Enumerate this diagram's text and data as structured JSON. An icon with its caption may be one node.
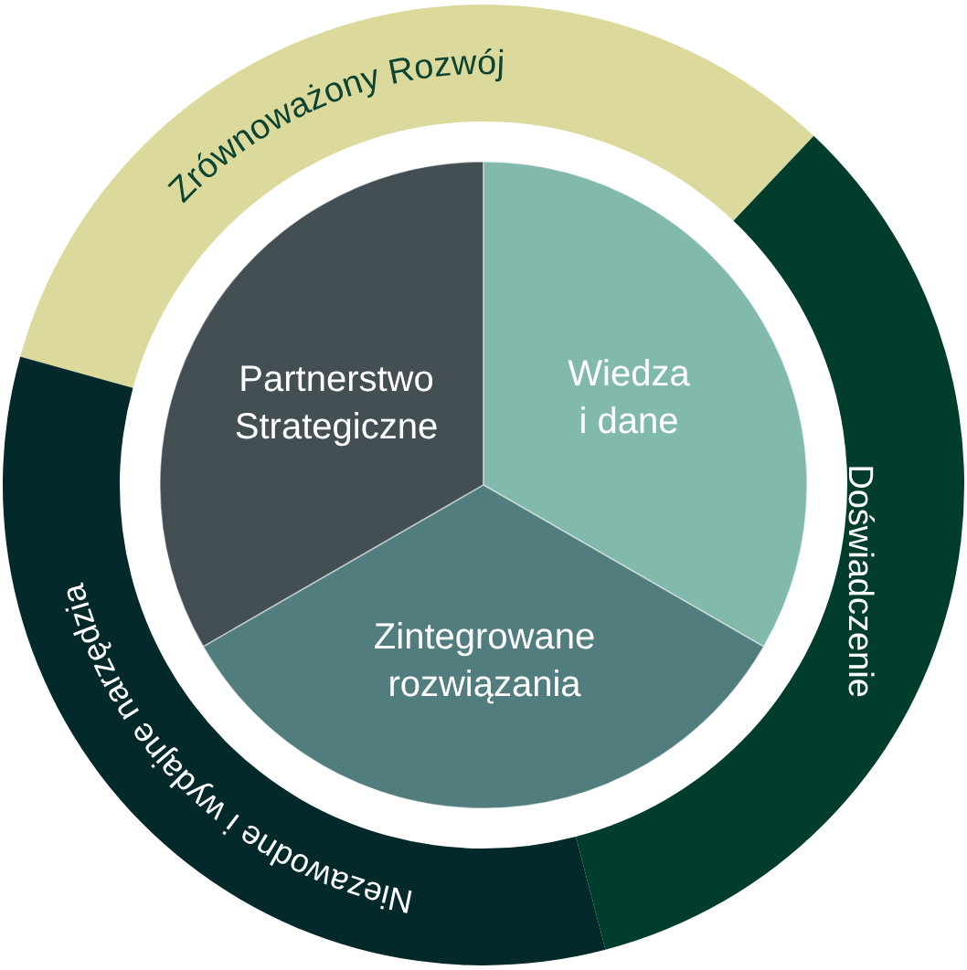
{
  "diagram": {
    "nodes": [
      {
        "text": [
          "Zrównoważony Rozwój"
        ]
      },
      {
        "text": [
          "Partnerstwo Strategiczne"
        ]
      },
      {
        "text": [
          "Wiedza i dane"
        ]
      },
      {
        "text": [
          "Doświadczenie"
        ]
      },
      {
        "text": [
          "Zintegrowane rozwiązania"
        ]
      },
      {
        "text": [
          "Niezawodne i wydajne narzędzia"
        ]
      }
    ]
  }
}
